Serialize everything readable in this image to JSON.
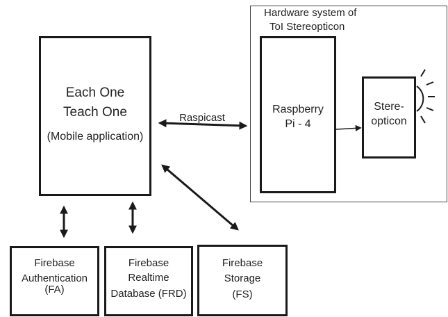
{
  "mobile_app": {
    "line1": "Each One",
    "line2": "Teach One",
    "line3": "(Mobile application)"
  },
  "hardware": {
    "title_line1": "Hardware system of",
    "title_line2": "ToI Stereopticon",
    "raspberry_line1": "Raspberry",
    "raspberry_line2": "Pi - 4",
    "stereo_line1": "Stere-",
    "stereo_line2": "opticon"
  },
  "link_label": "Raspicast",
  "firebase": {
    "auth": {
      "line1": "Firebase",
      "line2": "Authentication",
      "line3": "(FA)"
    },
    "realtime": {
      "line1": "Firebase",
      "line2": "Realtime",
      "line3": "Database (FRD)"
    },
    "storage": {
      "line1": "Firebase",
      "line2": "Storage",
      "line3": "(FS)"
    }
  },
  "icons": {
    "light": "light-emission-icon"
  }
}
